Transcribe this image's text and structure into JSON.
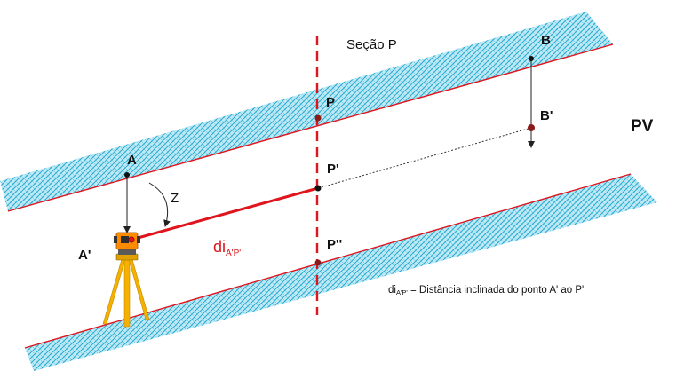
{
  "diagram": {
    "points": {
      "A": "A",
      "A_prime": "A'",
      "P": "P",
      "P_prime": "P'",
      "P_double_prime": "P''",
      "B": "B",
      "B_prime": "B'"
    },
    "section_label": "Seção P",
    "plane_label": "PV",
    "angle_label": "Z",
    "distance_label": {
      "main": "di",
      "sub": "A'P'"
    },
    "legend": {
      "symbol_main": "di",
      "symbol_sub": "A'P'",
      "text": " = Distância inclinada do ponto A' ao P'"
    },
    "colors": {
      "surface_line": "#e0141c",
      "hatch_fill": "#bfe9f5",
      "hatch_stroke": "#19a6cf",
      "section_line": "#e0141c",
      "measured_distance": "#e0141c",
      "tripod": "#f5b000",
      "instrument_body": "#ff8c00",
      "point_marker": "#8b1a1a"
    }
  }
}
